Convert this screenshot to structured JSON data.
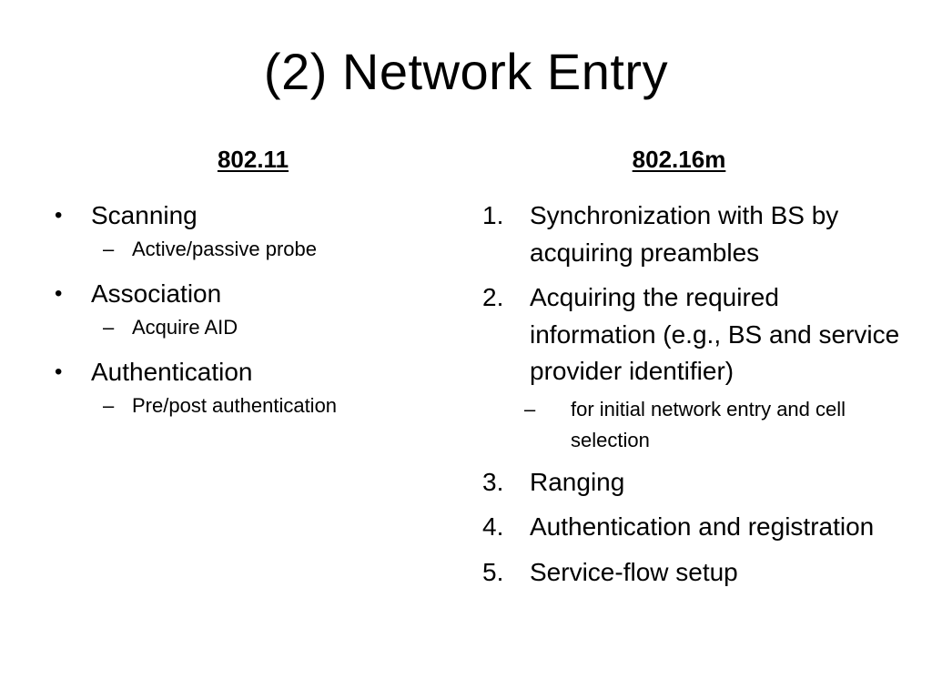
{
  "slide": {
    "title": "(2) Network Entry",
    "left_column": {
      "heading": "802.11",
      "items": [
        {
          "label": "Scanning",
          "sub": "Active/passive probe"
        },
        {
          "label": "Association",
          "sub": "Acquire AID"
        },
        {
          "label": "Authentication",
          "sub": "Pre/post authentication"
        }
      ]
    },
    "right_column": {
      "heading": "802.16m",
      "items": [
        {
          "number": "1.",
          "label": "Synchronization with BS by acquiring preambles"
        },
        {
          "number": "2.",
          "label": "Acquiring the required information (e.g., BS and service provider identifier)",
          "sub": "for initial network entry and cell selection"
        },
        {
          "number": "3.",
          "label": "Ranging"
        },
        {
          "number": "4.",
          "label": "Authentication and registration"
        },
        {
          "number": "5.",
          "label": "Service-flow setup"
        }
      ]
    },
    "glyphs": {
      "bullet": "•",
      "dash": "–"
    }
  }
}
